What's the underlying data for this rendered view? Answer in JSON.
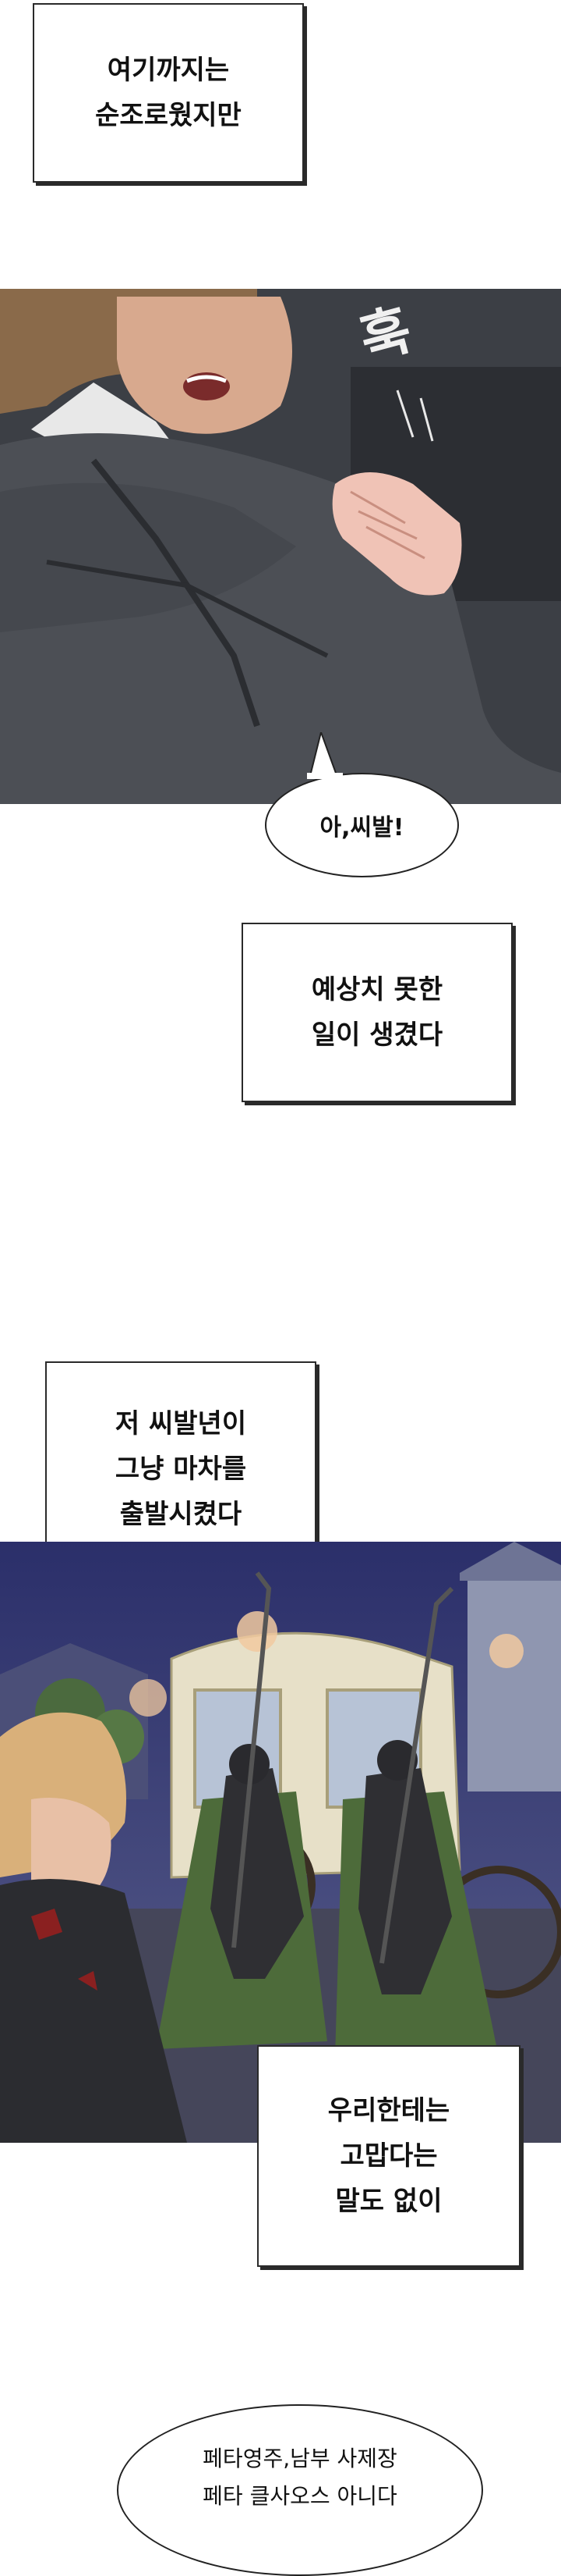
{
  "captions": {
    "c1": [
      "여기까지는",
      "순조로웠지만"
    ],
    "c2": [
      "예상치 못한",
      "일이 생겼다"
    ],
    "c3": [
      "저 씨발년이",
      "그냥 마차를",
      "출발시켰다"
    ],
    "c4": [
      "우리한테는",
      "고맙다는",
      "말도 없이"
    ]
  },
  "bubbles": {
    "b1": "아,씨발!",
    "b2": [
      "페타영주,남부 사제장",
      "페타 클사오스 아니다"
    ]
  },
  "sfx": "훅",
  "colors": {
    "panel_dark": "#3a3d42",
    "night_sky": "#2e3466",
    "armor": "#2f2f33",
    "cape": "#4d6b3a",
    "hair": "#d9b07a"
  }
}
